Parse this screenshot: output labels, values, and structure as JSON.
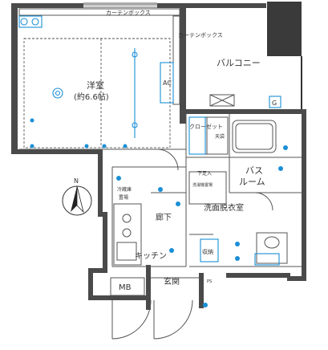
{
  "rooms": {
    "western_room": "洋室",
    "western_room_size": "(約6.6帖)",
    "balcony": "バルコニー",
    "bath": "バス",
    "bath2": "ルーム",
    "washroom": "洗面脱衣室",
    "kitchen": "キッチン",
    "corridor": "廊下",
    "entrance": "玄関",
    "closet": "クローゼット",
    "mb": "MB",
    "storage": "収納",
    "curtain_box_top": "カーテンボックス",
    "curtain_box_side": "カーテンボックス"
  },
  "labels": {
    "ac": "AC",
    "g": "G",
    "north": "N",
    "shoe_box": "下足入",
    "ps": "PS",
    "fridge": "冷蔵庫",
    "fridge2": "置場",
    "washer": "洗濯機置場",
    "upper_cabinet": "天袋",
    "pipe_space": "PS"
  },
  "colors": {
    "wall": "#4a4a4a",
    "equipment": "#1a8fd6",
    "balcony_fill": "#3a3a3a"
  }
}
